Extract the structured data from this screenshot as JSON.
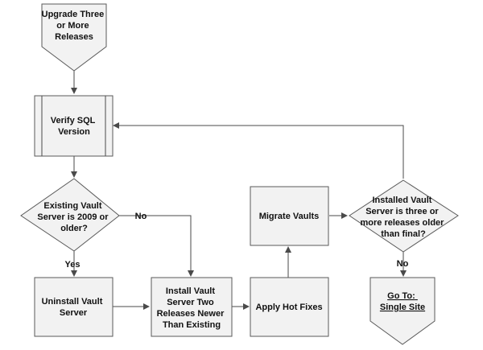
{
  "diagram": {
    "nodes": {
      "start": [
        "Upgrade Three",
        "or More",
        "Releases"
      ],
      "verify_sql": [
        "Verify SQL",
        "Version"
      ],
      "existing_vault": [
        "Existing Vault",
        "Server is 2009 or",
        "older?"
      ],
      "uninstall": [
        "Uninstall Vault",
        "Server"
      ],
      "install_two": [
        "Install Vault",
        "Server Two",
        "Releases Newer",
        "Than Existing"
      ],
      "hot_fixes": [
        "Apply Hot Fixes"
      ],
      "migrate": [
        "Migrate Vaults"
      ],
      "installed_check": [
        "Installed Vault",
        "Server is three or",
        "more releases older",
        "than final?"
      ],
      "goto": [
        "Go To:",
        "Single Site"
      ]
    },
    "edges": {
      "existing_yes": "Yes",
      "existing_no": "No",
      "installed_no": "No"
    }
  }
}
